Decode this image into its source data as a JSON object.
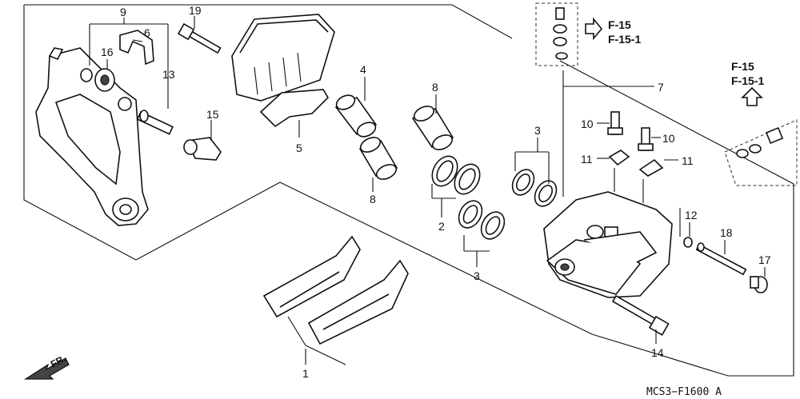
{
  "diagram": {
    "part_numbers": [
      "9",
      "6",
      "16",
      "13",
      "19",
      "15",
      "4",
      "8",
      "5",
      "8",
      "2",
      "3",
      "3",
      "10",
      "10",
      "11",
      "11",
      "7",
      "12",
      "18",
      "17",
      "14",
      "1"
    ],
    "references": {
      "top_f15": "F-15",
      "top_f151": "F-15-1",
      "right_f15": "F-15",
      "right_f151": "F-15-1"
    },
    "direction_label": "FR.",
    "figure_code": "MCS3−F1600 A"
  }
}
